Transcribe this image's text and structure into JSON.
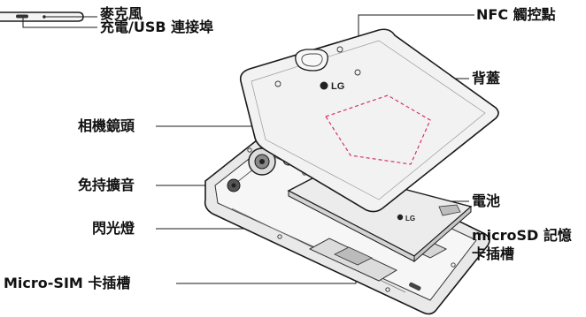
{
  "labels": {
    "microphone": "麥克風",
    "charger_port": "充電/USB 連接埠",
    "nfc_area": "NFC 觸控點",
    "back_cover": "背蓋",
    "camera_lens": "相機鏡頭",
    "speaker": "免持擴音",
    "flash": "閃光燈",
    "battery": "電池",
    "microsd_slot_line1": "microSD 記憶",
    "microsd_slot_line2": "卡插槽",
    "micro_sim_slot": "Micro-SIM 卡插槽"
  },
  "logos": {
    "cover_logo": "LG",
    "battery_logo": "LG"
  },
  "colors": {
    "outline": "#1a1a1a",
    "cover_fill": "#f2f2f2",
    "nfc_dash": "#d6336c",
    "body_fill": "#e9e9e9",
    "battery_fill": "#ececec"
  }
}
